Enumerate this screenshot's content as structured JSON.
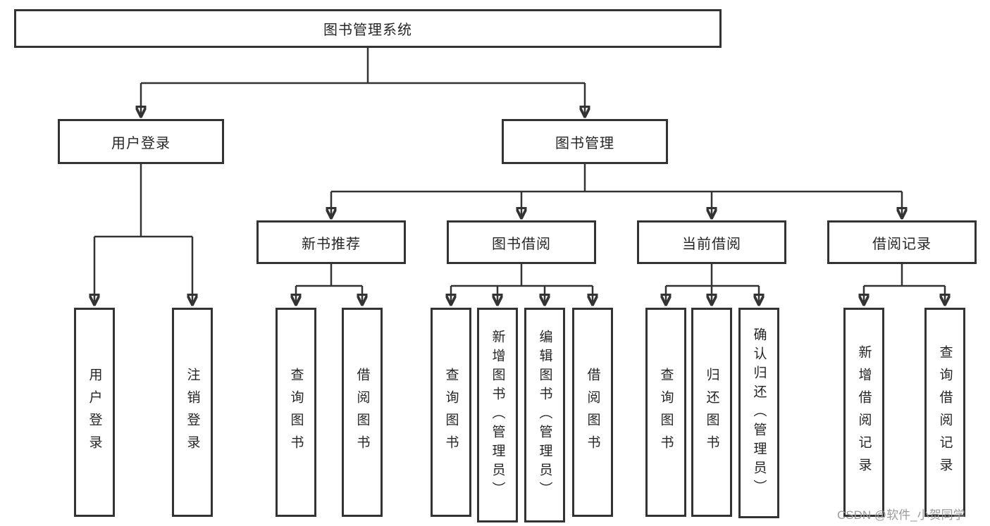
{
  "diagram": {
    "root": {
      "label": "图书管理系统"
    },
    "level2": [
      {
        "label": "用户登录"
      },
      {
        "label": "图书管理"
      }
    ],
    "level3": [
      {
        "label": "新书推荐"
      },
      {
        "label": "图书借阅"
      },
      {
        "label": "当前借阅"
      },
      {
        "label": "借阅记录"
      }
    ],
    "leaves": {
      "user_login": [
        {
          "label": "用户登录"
        },
        {
          "label": "注销登录"
        }
      ],
      "new_book": [
        {
          "label": "查询图书"
        },
        {
          "label": "借阅图书"
        }
      ],
      "book_borrow": [
        {
          "label": "查询图书"
        },
        {
          "label": "新增图书（管理员）"
        },
        {
          "label": "编辑图书（管理员）"
        },
        {
          "label": "借阅图书"
        }
      ],
      "current_borrow": [
        {
          "label": "查询图书"
        },
        {
          "label": "归还图书"
        },
        {
          "label": "确认归还（管理员）"
        }
      ],
      "borrow_records": [
        {
          "label": "新增借阅记录"
        },
        {
          "label": "查询借阅记录"
        }
      ]
    }
  },
  "watermark": {
    "text": "CSDN @软件_小贺同学"
  },
  "colors": {
    "line": "#333333",
    "box_border": "#333333",
    "text": "#262626",
    "watermark": "#9b9b9b",
    "background": "#ffffff"
  }
}
